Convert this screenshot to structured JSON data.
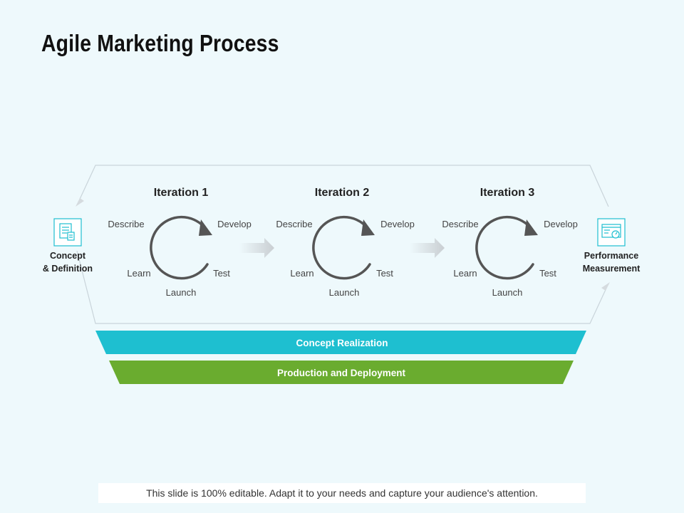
{
  "title": "Agile Marketing Process",
  "iterations": [
    {
      "title": "Iteration 1",
      "describe": "Describe",
      "develop": "Develop",
      "learn": "Learn",
      "test": "Test",
      "launch": "Launch"
    },
    {
      "title": "Iteration 2",
      "describe": "Describe",
      "develop": "Develop",
      "learn": "Learn",
      "test": "Test",
      "launch": "Launch"
    },
    {
      "title": "Iteration 3",
      "describe": "Describe",
      "develop": "Develop",
      "learn": "Learn",
      "test": "Test",
      "launch": "Launch"
    }
  ],
  "left_node": {
    "line1": "Concept",
    "line2": "& Definition",
    "icon": "document-icon"
  },
  "right_node": {
    "line1": "Performance",
    "line2": "Measurement",
    "icon": "dashboard-icon"
  },
  "bands": {
    "concept_realization": "Concept Realization",
    "production": "Production and Deployment"
  },
  "colors": {
    "band_teal": "#1ebfd0",
    "band_green": "#6aac2f",
    "icon_teal": "#1ebfd0",
    "cycle_arrow": "#555555"
  },
  "footer": "This slide is 100% editable. Adapt it to your needs and capture your audience's attention."
}
